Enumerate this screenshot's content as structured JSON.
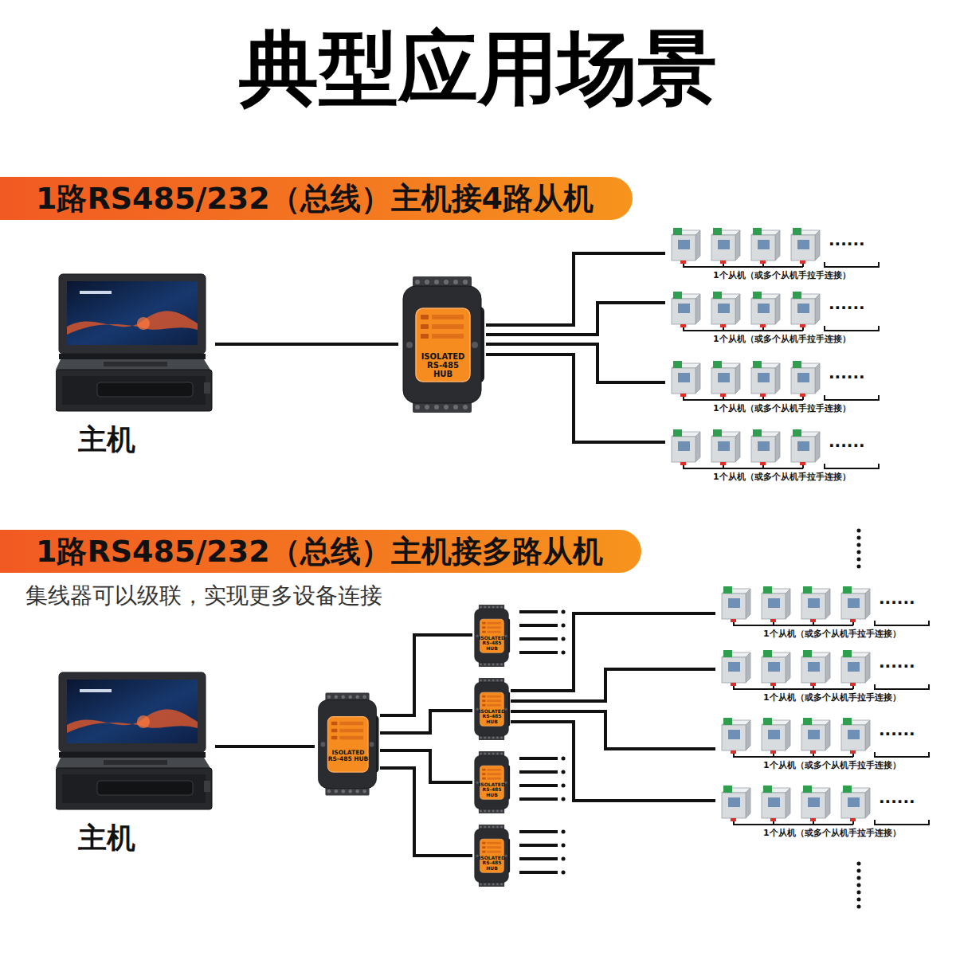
{
  "diagram": {
    "title": "典型应用场景",
    "nodes": [
      {
        "text": [
          "1路RS485/232（总线）主机接4路从机"
        ]
      },
      {
        "text": [
          "主机"
        ]
      },
      {
        "text": [
          "ISOLATED RS-485 HUB"
        ]
      },
      {
        "text": [
          "1个从机（或多个从机手拉手连接）"
        ]
      },
      {
        "text": [
          "1个从机（或多个从机手拉手连接）"
        ]
      },
      {
        "text": [
          "1个从机（或多个从机手拉手连接）"
        ]
      },
      {
        "text": [
          "1个从机（或多个从机手拉手连接）"
        ]
      },
      {
        "text": [
          "1路RS485/232（总线）主机接多路从机"
        ]
      },
      {
        "text": [
          "主机"
        ]
      },
      {
        "text": [
          "ISOLATED RS-485 HUB"
        ]
      },
      {
        "text": [
          "ISOLATED RS-485 HUB"
        ]
      },
      {
        "text": [
          "ISOLATED RS-485 HUB"
        ]
      },
      {
        "text": [
          "ISOLATED RS-485 HUB"
        ]
      },
      {
        "text": [
          "ISOLATED RS-485 HUB"
        ]
      },
      {
        "text": [
          "1个从机（或多个从机手拉手连接）"
        ]
      },
      {
        "text": [
          "1个从机（或多个从机手拉手连接）"
        ]
      },
      {
        "text": [
          "1个从机（或多个从机手拉手连接）"
        ]
      },
      {
        "text": [
          "1个从机（或多个从机手拉手连接）"
        ]
      }
    ],
    "edges": [
      {
        "from": 1,
        "to": 2,
        "arrow": "none"
      },
      {
        "from": 2,
        "to": 3,
        "arrow": "none"
      },
      {
        "from": 2,
        "to": 4,
        "arrow": "none"
      },
      {
        "from": 2,
        "to": 5,
        "arrow": "none"
      },
      {
        "from": 2,
        "to": 6,
        "arrow": "none"
      },
      {
        "from": 8,
        "to": 9,
        "arrow": "none"
      },
      {
        "from": 9,
        "to": 10,
        "arrow": "none"
      },
      {
        "from": 9,
        "to": 11,
        "arrow": "none"
      },
      {
        "from": 9,
        "to": 12,
        "arrow": "none"
      },
      {
        "from": 9,
        "to": 13,
        "arrow": "none"
      },
      {
        "from": 11,
        "to": 14,
        "arrow": "none"
      },
      {
        "from": 11,
        "to": 15,
        "arrow": "none"
      },
      {
        "from": 11,
        "to": 16,
        "arrow": "none"
      },
      {
        "from": 11,
        "to": 17,
        "arrow": "none"
      }
    ],
    "labels": [
      "集线器可以级联，实现更多设备连接",
      "......",
      "......",
      "......",
      "......",
      "......",
      "......",
      "......",
      "......"
    ]
  }
}
